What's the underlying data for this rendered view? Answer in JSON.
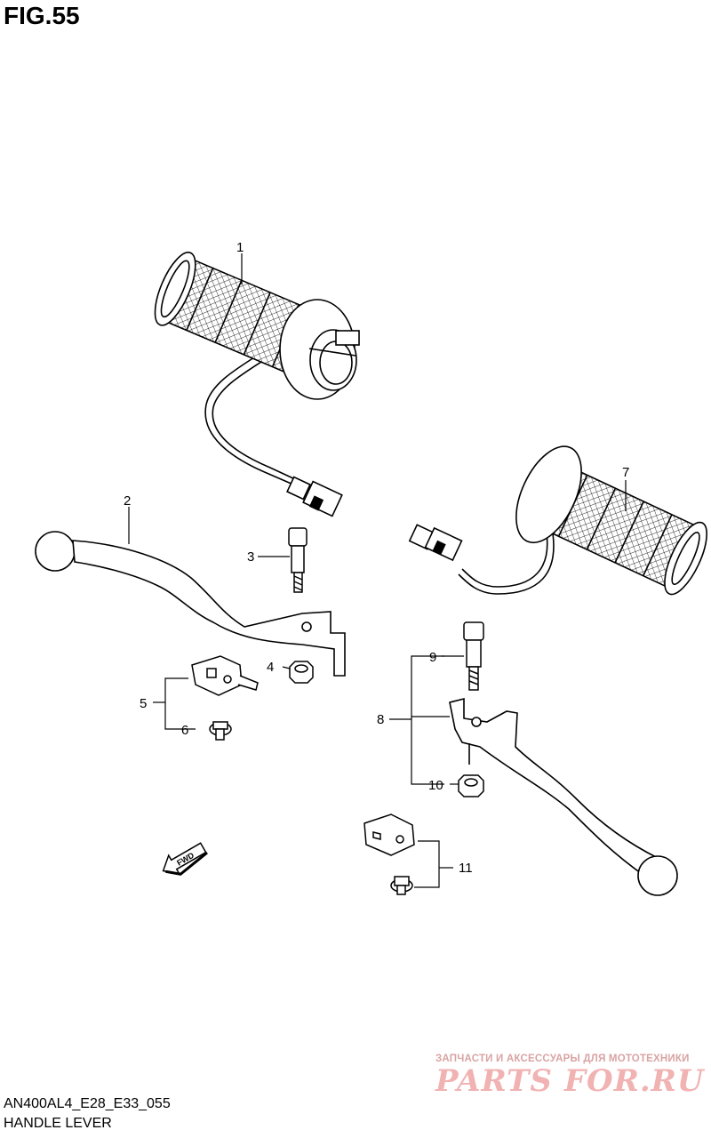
{
  "figure": {
    "title": "FIG.55",
    "code": "AN400AL4_E28_E33_055",
    "name": "HANDLE LEVER"
  },
  "callouts": [
    "1",
    "2",
    "3",
    "4",
    "5",
    "6",
    "7",
    "8",
    "9",
    "10",
    "11"
  ],
  "fwd_label": "FWD",
  "watermark": {
    "tagline": "ЗАПЧАСТИ И АКСЕССУАРЫ ДЛЯ МОТОТЕХНИКИ",
    "logo": "PARTS FOR.RU"
  },
  "colors": {
    "line": "#000000",
    "watermark": "#f1b2b2"
  }
}
